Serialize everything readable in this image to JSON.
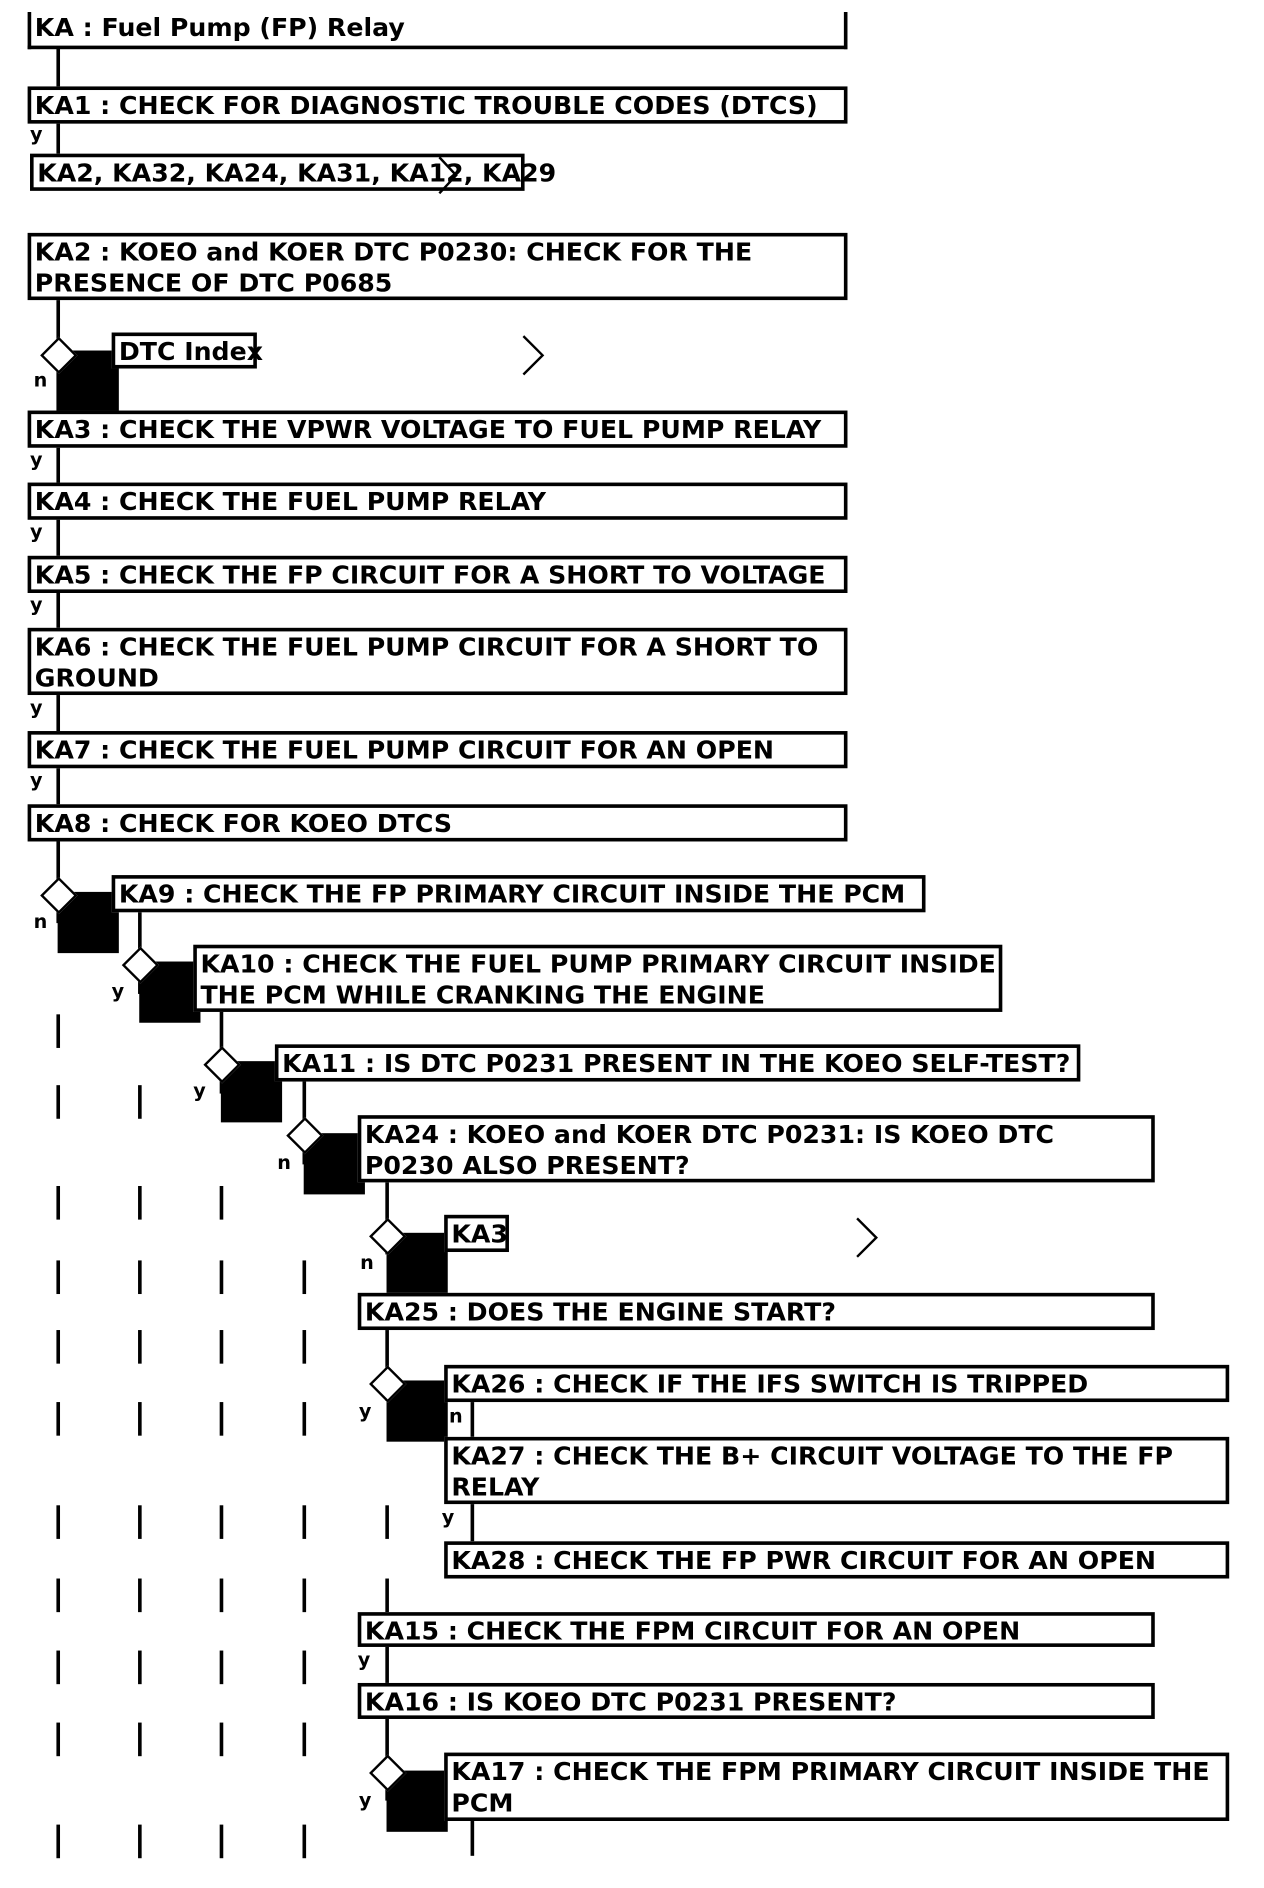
{
  "title": "KA : Fuel Pump (FP) Relay",
  "steps": {
    "ka1": "KA1 : CHECK FOR DIAGNOSTIC TROUBLE CODES (DTCS)",
    "ka1_links": "KA2, KA32, KA24, KA31, KA12, KA29",
    "ka2": "KA2 : KOEO and KOER DTC P0230: CHECK FOR THE PRESENCE OF DTC P0685",
    "dtc_index": "DTC Index",
    "ka3": "KA3 : CHECK THE VPWR VOLTAGE TO FUEL PUMP RELAY",
    "ka4": "KA4 : CHECK THE FUEL PUMP RELAY",
    "ka5": "KA5 : CHECK THE FP CIRCUIT FOR A SHORT TO VOLTAGE",
    "ka6": "KA6 : CHECK THE FUEL PUMP CIRCUIT FOR A SHORT TO GROUND",
    "ka7": "KA7 : CHECK THE FUEL PUMP CIRCUIT FOR AN OPEN",
    "ka8": "KA8 : CHECK FOR KOEO DTCS",
    "ka9": "KA9 : CHECK THE FP PRIMARY CIRCUIT INSIDE THE PCM",
    "ka10": "KA10 : CHECK THE FUEL PUMP PRIMARY CIRCUIT INSIDE THE PCM WHILE CRANKING THE ENGINE",
    "ka11": "KA11 : IS DTC P0231 PRESENT IN THE KOEO SELF-TEST?",
    "ka24": "KA24 : KOEO and KOER DTC P0231: IS KOEO DTC P0230 ALSO PRESENT?",
    "ka3_link": "KA3",
    "ka25": "KA25 : DOES THE ENGINE START?",
    "ka26": "KA26 : CHECK IF THE IFS SWITCH IS TRIPPED",
    "ka27": "KA27 : CHECK THE B+ CIRCUIT VOLTAGE TO THE FP RELAY",
    "ka28": "KA28 : CHECK THE FP PWR CIRCUIT FOR AN OPEN",
    "ka15": "KA15 : CHECK THE FPM CIRCUIT FOR AN OPEN",
    "ka16": "KA16 : IS KOEO DTC P0231 PRESENT?",
    "ka17": "KA17 : CHECK THE FPM PRIMARY CIRCUIT INSIDE THE PCM"
  },
  "branch_labels": {
    "yes": "y",
    "no": "n"
  }
}
